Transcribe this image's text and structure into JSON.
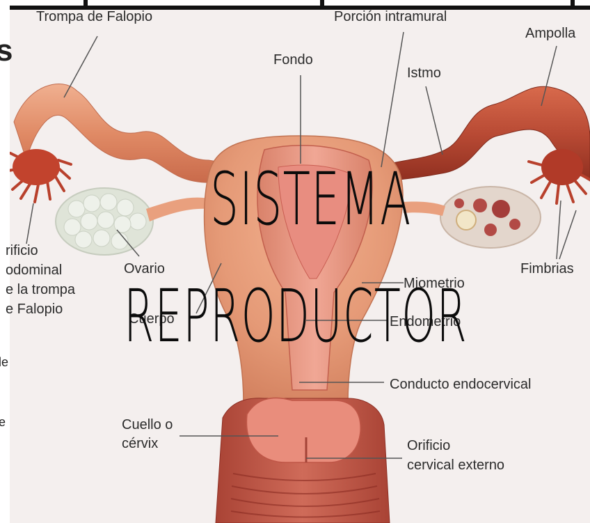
{
  "title": {
    "line1": "SISTEMA",
    "line2": "REPRODUCTOR"
  },
  "labels": {
    "trompa_de_falopio": "Trompa de Falopio",
    "porcion_intramural": "Porción intramural",
    "ampolla": "Ampolla",
    "fondo": "Fondo",
    "istmo": "Istmo",
    "orificio_abdominal_1": "rificio",
    "orificio_abdominal_2": "odominal",
    "orificio_abdominal_3": "e la trompa",
    "orificio_abdominal_4": "e Falopio",
    "ovario": "Ovario",
    "cuerpo": "Cuerpo",
    "miometrio": "Miometrio",
    "endometrio": "Endometrio",
    "fimbrias": "Fimbrias",
    "conducto_endocervical": "Conducto endocervical",
    "cuello_1": "Cuello o",
    "cuello_2": "cérvix",
    "orificio_cervical_1": "Orificio",
    "orificio_cervical_2": "cervical externo"
  },
  "left_fragments": {
    "s_letter": "s",
    "frag_1": "le",
    "frag_2": "e"
  },
  "colors": {
    "background": "#f4efee",
    "tissue_dark": "#b84a34",
    "tissue_mid": "#d97a5b",
    "tissue_light": "#eaa889",
    "ovary": "#dde3d7",
    "title": "#0b0b0b"
  }
}
